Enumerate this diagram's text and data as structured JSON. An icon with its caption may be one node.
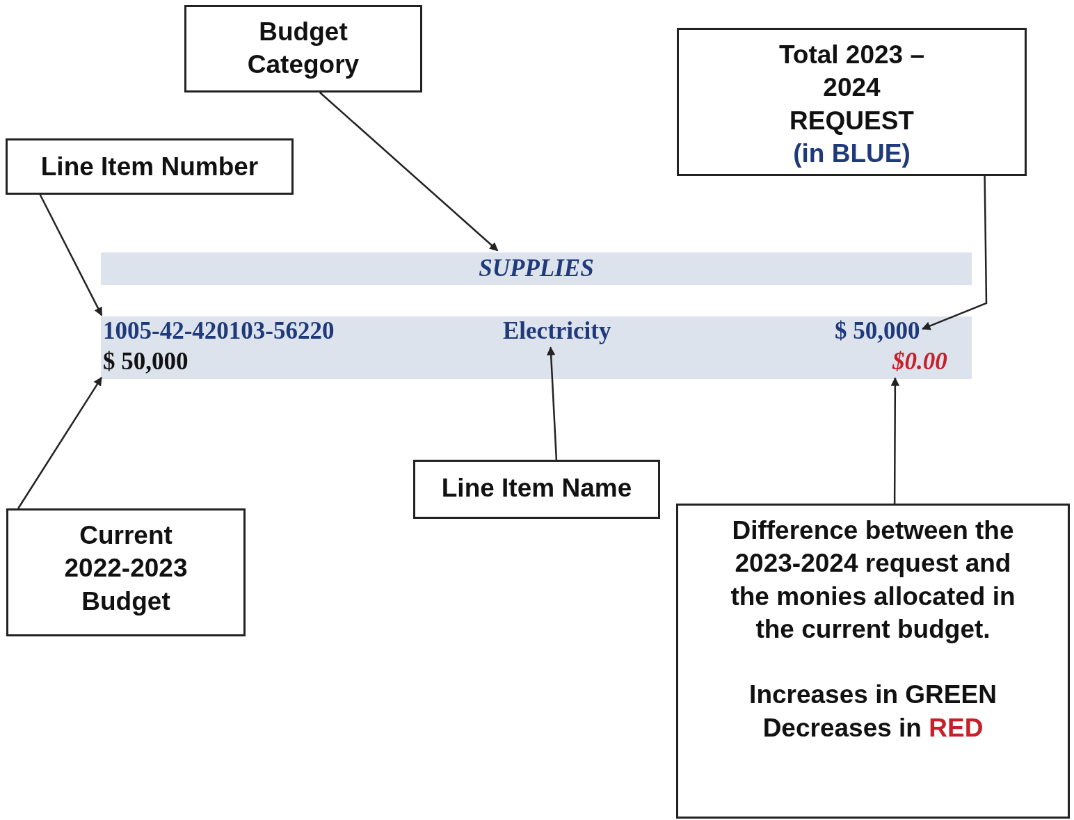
{
  "diagram": {
    "nodes": [
      {
        "text": [
          "Budget Category"
        ]
      },
      {
        "text": [
          "Total 2023 – 2024 REQUEST",
          "(in BLUE)"
        ]
      },
      {
        "text": [
          "Line Item Number"
        ]
      },
      {
        "text": [
          "SUPPLIES"
        ]
      },
      {
        "text": [],
        "shape": "bar"
      },
      {
        "text": [
          "1005-42-420103-56220"
        ],
        "in": 4
      },
      {
        "text": [
          "Electricity"
        ],
        "in": 4
      },
      {
        "text": [
          "$ 50,000"
        ],
        "in": 4
      },
      {
        "text": [
          "$ 50,000"
        ],
        "in": 4
      },
      {
        "text": [
          "$0.00"
        ],
        "in": 4
      },
      {
        "text": [
          "Line Item Name"
        ]
      },
      {
        "text": [
          "Current 2022-2023 Budget"
        ]
      },
      {
        "text": [
          "Difference between the 2023-2024 request and the monies allocated in the current budget.",
          "Increases in GREEN",
          "Decreases in RED"
        ]
      }
    ],
    "edges": [
      {
        "from": 0,
        "to": 3,
        "arrow": "to"
      },
      {
        "from": 2,
        "to": 5,
        "arrow": "to"
      },
      {
        "from": 1,
        "to": 7,
        "arrow": "to"
      },
      {
        "from": 10,
        "to": 6,
        "arrow": "to"
      },
      {
        "from": 11,
        "to": 8,
        "arrow": "to"
      },
      {
        "from": 12,
        "to": 9,
        "arrow": "to"
      }
    ]
  }
}
